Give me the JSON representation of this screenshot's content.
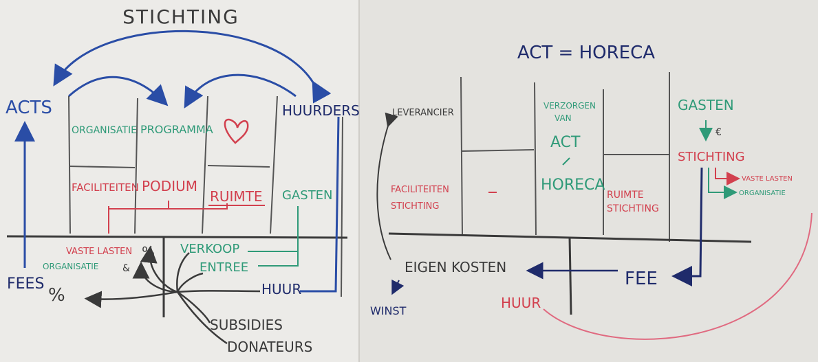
{
  "left": {
    "title": "STICHTING",
    "acts": "ACTS",
    "huurders": "HUURDERS",
    "organisatie": "ORGANISATIE",
    "programma": "PROGRAMMA",
    "faciliteiten": "FACILITEITEN",
    "podium": "PODIUM",
    "ruimte": "RUIMTE",
    "gasten": "GASTEN",
    "vaste_lasten": "VASTE LASTEN",
    "pct": "%",
    "organisatie_small": "ORGANISATIE",
    "amp": "&",
    "verkoop": "VERKOOP",
    "entree": "ENTREE",
    "huur": "HUUR",
    "fees": "FEES",
    "fees_pct": "%",
    "subsidies": "SUBSIDIES",
    "donateurs": "DONATEURS"
  },
  "right": {
    "title": "ACT = HORECA",
    "leverancier": "LEVERANCIER",
    "verzorgen": "VERZORGEN",
    "van": "VAN",
    "act": "ACT",
    "horeca": "HORECA",
    "gasten": "GASTEN",
    "euro": "€",
    "stichting": "STICHTING",
    "vaste_lasten": "VASTE LASTEN",
    "organisatie": "ORGANISATIE",
    "faciliteiten": "FACILITEITEN",
    "faciliteiten_stichting": "STICHTING",
    "ruimte": "RUIMTE",
    "ruimte_stichting": "STICHTING",
    "eigen_kosten": "EIGEN KOSTEN",
    "fee": "FEE",
    "winst": "WINST",
    "huur": "HUUR"
  },
  "colors": {
    "blue": "#2a4da6",
    "navy": "#1f2b6b",
    "green": "#2f9a78",
    "red": "#d2404e",
    "black": "#3a3a3a",
    "pink": "#e06a80"
  }
}
